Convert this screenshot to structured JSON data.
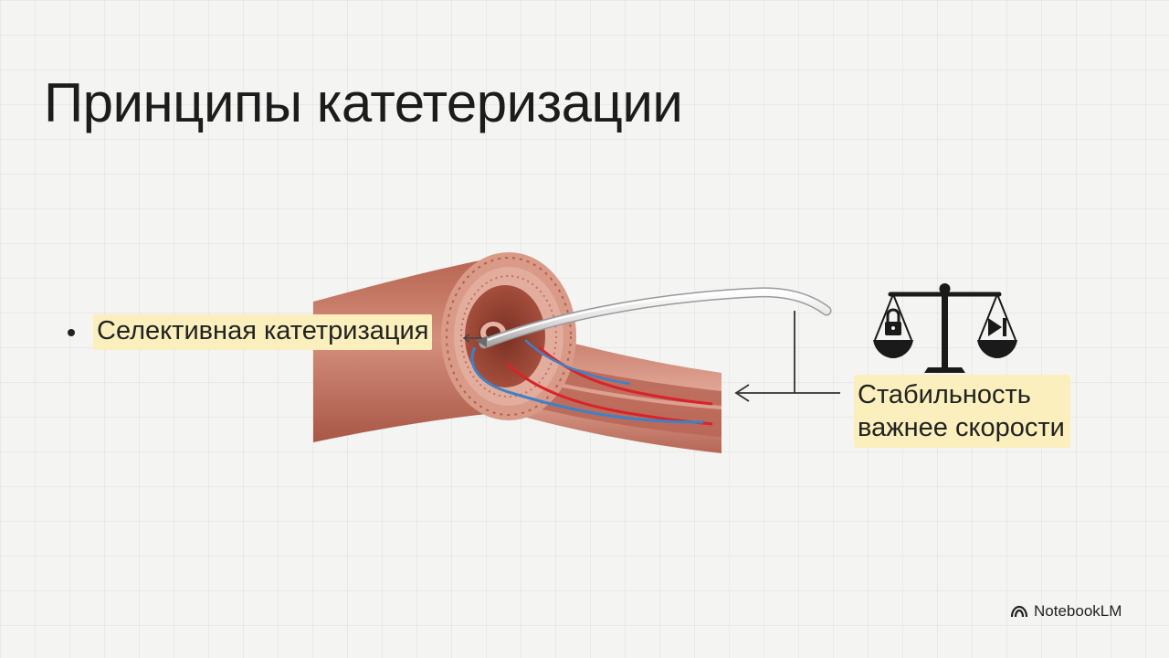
{
  "slide": {
    "title": "Принципы катетеризации",
    "bullet": "Селективная катетризация",
    "callout_line1": "Стабильность",
    "callout_line2": "важнее скорости",
    "brand": "NotebookLM"
  },
  "icons": {
    "scale": "balance-scale-icon",
    "lock": "lock-icon",
    "skip": "skip-forward-icon",
    "brand": "notebooklm-logo-icon"
  },
  "colors": {
    "highlight": "#fbf0bd",
    "vessel_outer": "#c97a67",
    "vessel_inner": "#9c4a3c",
    "artery_red": "#d8232a",
    "vein_blue": "#3d82c7",
    "catheter": "#e8e8e8"
  }
}
